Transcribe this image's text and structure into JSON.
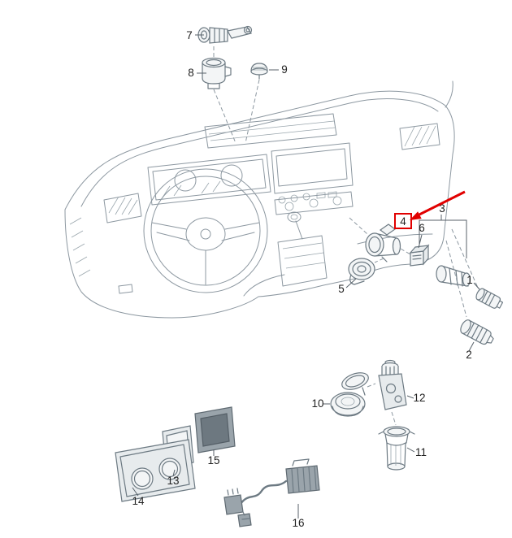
{
  "colors": {
    "accent": "#e10000",
    "line": "#8d98a1",
    "line_dark": "#6d7a83",
    "label_text": "#222222",
    "background": "#ffffff"
  },
  "callouts": {
    "c1": "1",
    "c2": "2",
    "c3": "3",
    "c4": "4",
    "c5": "5",
    "c6": "6",
    "c7": "7",
    "c8": "8",
    "c9": "9",
    "c10": "10",
    "c11": "11",
    "c12": "12",
    "c13": "13",
    "c14": "14",
    "c15": "15",
    "c16": "16"
  },
  "highlight": {
    "selected_callout": "4"
  }
}
